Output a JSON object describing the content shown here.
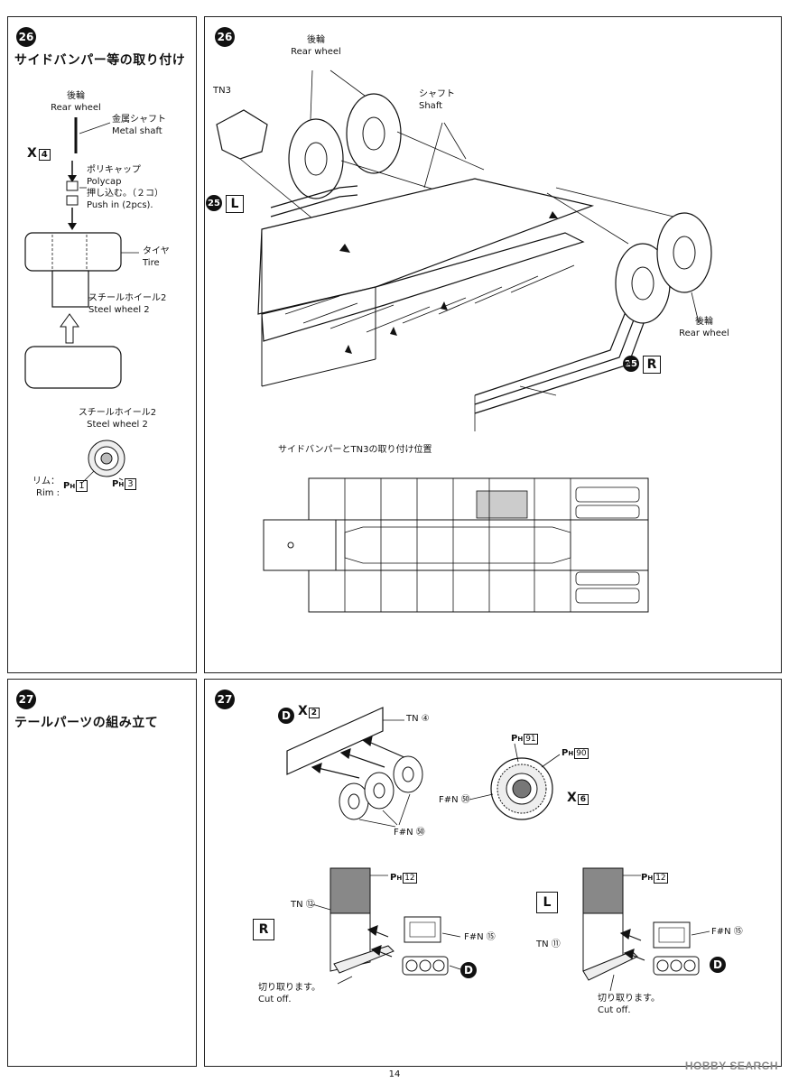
{
  "step26": {
    "left": {
      "badge": "26",
      "title": "サイドバンパー等の取り付け",
      "rear_wheel_jp": "後輪",
      "rear_wheel_en": "Rear wheel",
      "metal_shaft_jp": "金属シャフト",
      "metal_shaft_en": "Metal shaft",
      "x_count": "X",
      "x_num": "4",
      "polycap_jp": "ポリキャップ",
      "polycap_en": "Polycap",
      "push_jp": "押し込む。（２コ）",
      "push_en": "Push in (2pcs).",
      "tire_jp": "タイヤ",
      "tire_en": "Tire",
      "steel_wheel_jp": "スチールホイール2",
      "steel_wheel_en": "Steel wheel 2",
      "steel_wheel2_jp": "スチールホイール2",
      "steel_wheel2_en": "Steel wheel 2",
      "rim_jp": "リム：",
      "rim_en": "Rim :",
      "ph1": "P",
      "ph1_sub": "H",
      "ph1_num": "1",
      "ph3": "P",
      "ph3_sub": "H",
      "ph3_num": "3"
    },
    "right": {
      "badge": "26",
      "rear_wheel_jp": "後輪",
      "rear_wheel_en": "Rear wheel",
      "tn3": "TN3",
      "shaft_jp": "シャフト",
      "shaft_en": "Shaft",
      "ref_left_num": "25",
      "ref_left_box": "L",
      "ref_right_num": "25",
      "ref_right_box": "R",
      "rear_wheel2_jp": "後輪",
      "rear_wheel2_en": "Rear wheel",
      "position_caption": "サイドバンパーとTN3の取り付け位置"
    }
  },
  "step27": {
    "left": {
      "badge": "27",
      "title": "テールパーツの組み立て"
    },
    "right": {
      "badge": "27",
      "d_label": "D",
      "x_count": "X",
      "x_num": "2",
      "tn4": "TN ④",
      "fn51a": "F#N ㊿",
      "fn51b": "F#N ㊿",
      "ph91": "P",
      "ph91_sub": "H",
      "ph91_num": "91",
      "ph90": "P",
      "ph90_sub": "H",
      "ph90_num": "90",
      "x6": "X",
      "x6_num": "6",
      "r_box": "R",
      "l_box": "L",
      "ph12a": "P",
      "ph12a_sub": "H",
      "ph12a_num": "12",
      "ph12b": "P",
      "ph12b_sub": "H",
      "ph12b_num": "12",
      "tn12": "TN ⑫",
      "tn11": "TN ⑪",
      "fn15a": "F#N ⑮",
      "fn15b": "F#N ⑮",
      "d_r": "D",
      "d_l": "D",
      "cut_jp_a": "切り取ります。",
      "cut_en_a": "Cut off.",
      "cut_jp_b": "切り取ります。",
      "cut_en_b": "Cut off."
    }
  },
  "page_number": "14",
  "watermark": "HOBBY SEARCH"
}
